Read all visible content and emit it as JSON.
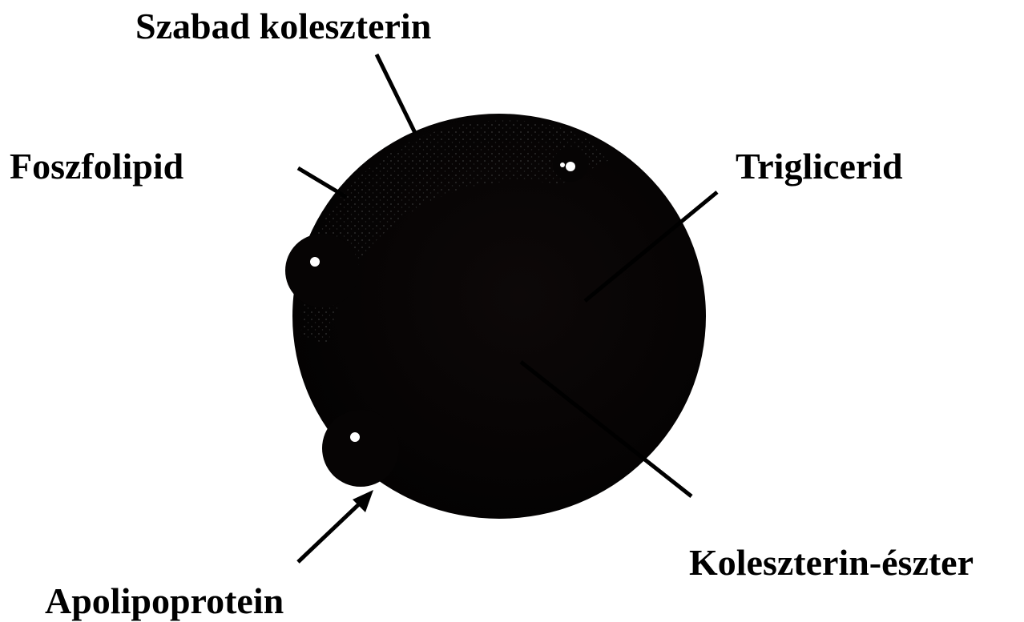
{
  "labels": {
    "free_cholesterol": "Szabad koleszterin",
    "phospholipid": "Foszfolipid",
    "triglyceride": "Triglicerid",
    "cholesterol_ester": "Koleszterin-észter",
    "apolipoprotein": "Apolipoprotein"
  },
  "colors": {
    "particle": "#050303",
    "leader_line": "#000000",
    "highlight": "#ffffff",
    "background": "#ffffff"
  }
}
